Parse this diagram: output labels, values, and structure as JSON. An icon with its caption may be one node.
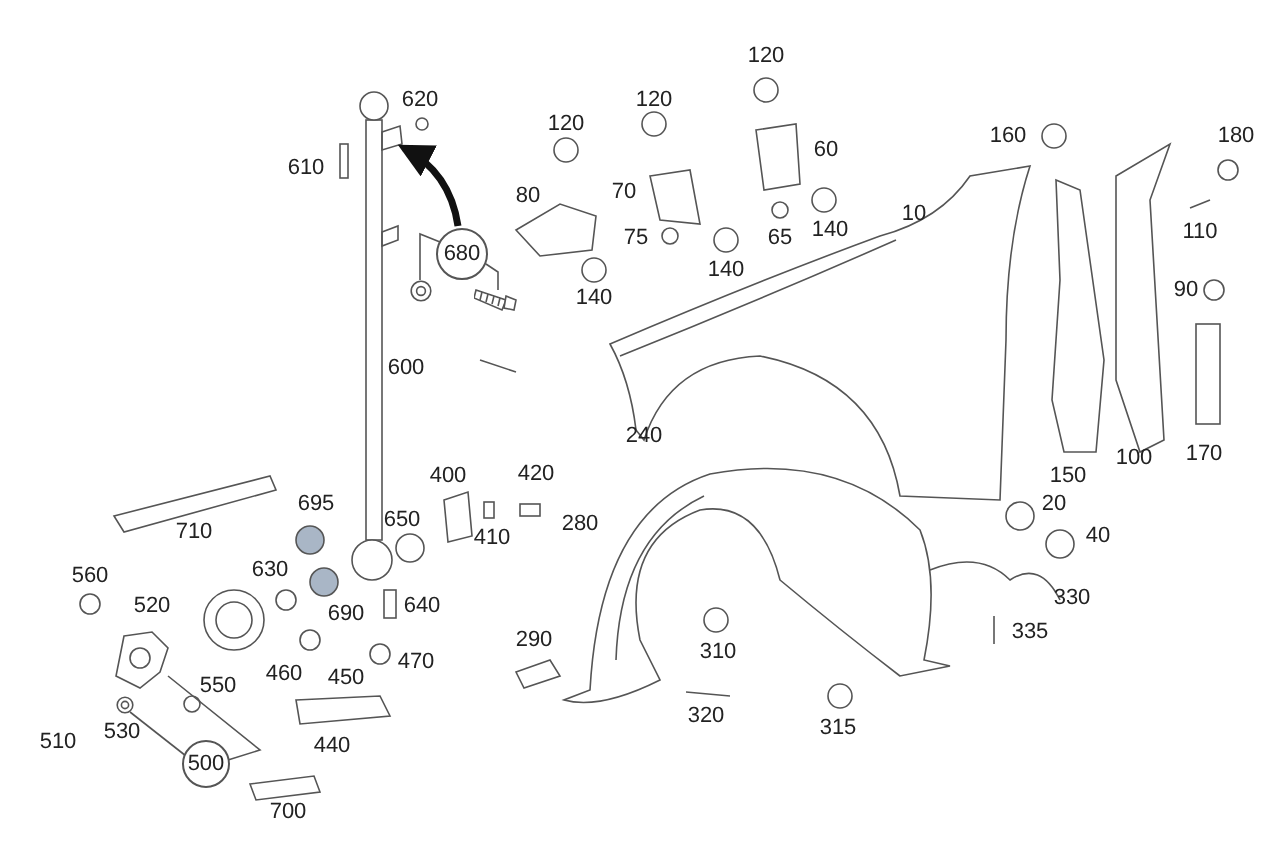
{
  "diagram": {
    "nodes": [
      {
        "text": [
          "680"
        ]
      },
      {
        "text": [],
        "shape": "picture"
      },
      {
        "text": [],
        "shape": "picture"
      },
      {
        "text": [
          "500"
        ]
      },
      {
        "text": [],
        "shape": "picture"
      },
      {
        "text": [],
        "shape": "picture"
      }
    ],
    "edges": [
      {
        "from": 0,
        "to": null,
        "arrow": "to",
        "style": "thick"
      },
      {
        "from": 0,
        "to": 1,
        "arrow": "none"
      },
      {
        "from": 0,
        "to": 2,
        "arrow": "none"
      },
      {
        "from": 3,
        "to": 4,
        "arrow": "none"
      },
      {
        "from": 3,
        "to": 5,
        "arrow": "none"
      }
    ],
    "labels": [
      "120",
      "620",
      "120",
      "120",
      "160",
      "180",
      "60",
      "610",
      "80",
      "70",
      "10",
      "75",
      "65",
      "140",
      "110",
      "140",
      "140",
      "90",
      "600",
      "240",
      "400",
      "420",
      "150",
      "100",
      "170",
      "710",
      "695",
      "650",
      "410",
      "280",
      "20",
      "40",
      "560",
      "630",
      "520",
      "690",
      "640",
      "330",
      "290",
      "335",
      "470",
      "460",
      "450",
      "550",
      "310",
      "320",
      "510",
      "530",
      "440",
      "315",
      "700"
    ]
  }
}
